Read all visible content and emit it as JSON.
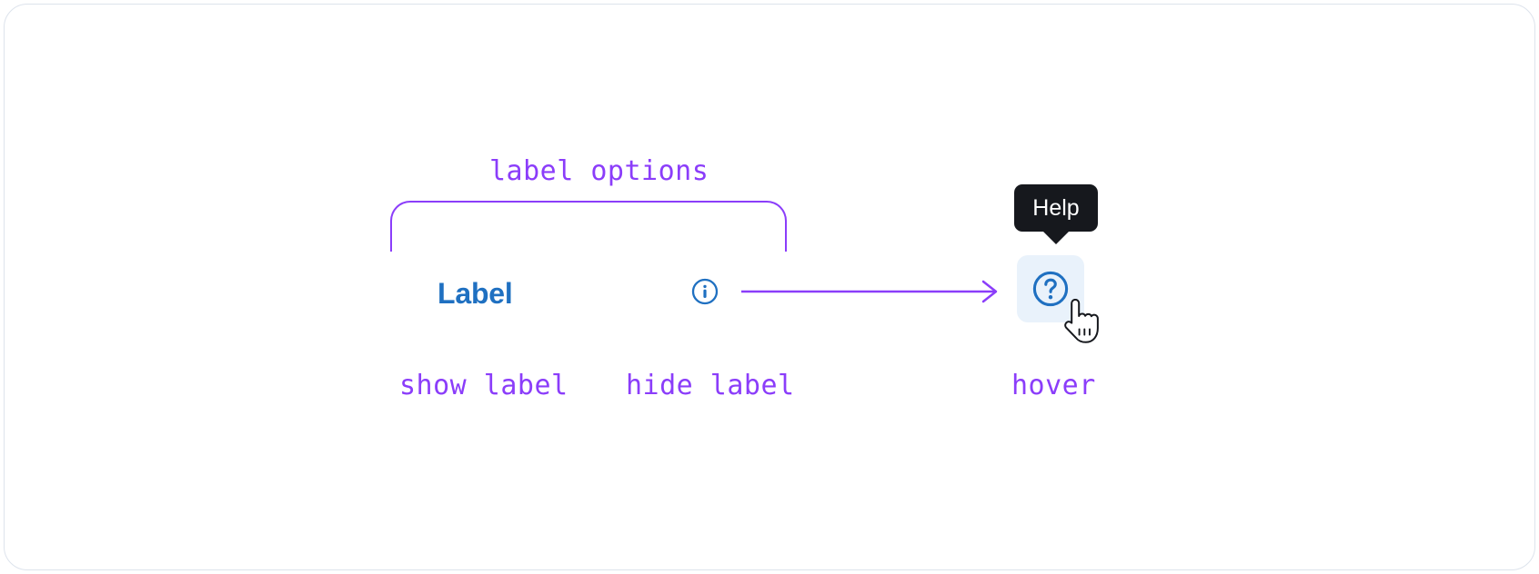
{
  "card": {
    "background_color": "#ffffff",
    "border_color": "#dde3ec"
  },
  "annotations": {
    "accent_color": "#8b3dfa",
    "bracket_caption": "label options",
    "show_label": "show label",
    "hide_label": "hide label",
    "hover": "hover"
  },
  "demo": {
    "label_text": "Label",
    "label_color": "#1f70c1",
    "info_icon": "info-circle-icon",
    "arrow_icon": "arrow-right-icon"
  },
  "tooltip": {
    "text": "Help",
    "background_color": "#16181d",
    "text_color": "#ffffff"
  },
  "help_button": {
    "icon": "question-circle-icon",
    "icon_color": "#1f70c1",
    "background_color": "#e9f2fb",
    "state": "hover"
  },
  "cursor": {
    "icon": "pointing-hand-cursor"
  }
}
